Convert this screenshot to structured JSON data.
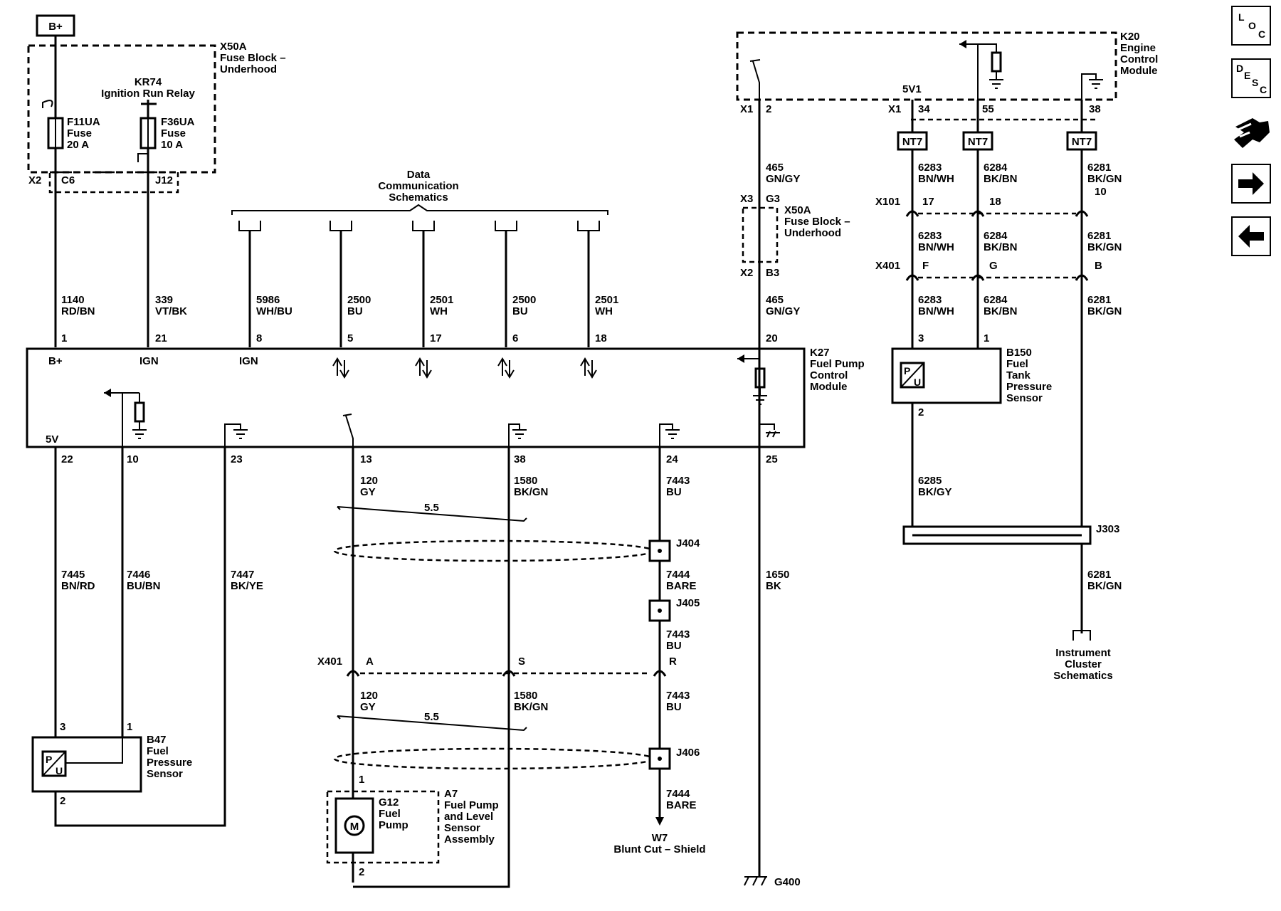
{
  "nav": {
    "loc": [
      "L",
      "O",
      "C"
    ],
    "desc": [
      "D",
      "E",
      "S",
      "C"
    ]
  },
  "power": {
    "bplus": "B+"
  },
  "x50a_top": {
    "title": [
      "X50A",
      "Fuse Block –",
      "Underhood"
    ]
  },
  "relay": {
    "id": "KR74",
    "name": "Ignition Run Relay"
  },
  "f11ua": {
    "id": "F11UA",
    "label": "Fuse",
    "rating": "20 A"
  },
  "f36ua": {
    "id": "F36UA",
    "label": "Fuse",
    "rating": "10 A"
  },
  "conn_x2": {
    "conn": "X2",
    "pin_c6": "C6",
    "pin_j12": "J12"
  },
  "data_comm": {
    "label": [
      "Data",
      "Communication",
      "Schematics"
    ]
  },
  "k27_top_wires": [
    {
      "circuit": "1140",
      "color": "RD/BN",
      "pin": "1",
      "label": "B+"
    },
    {
      "circuit": "339",
      "color": "VT/BK",
      "pin": "21",
      "label": "IGN"
    },
    {
      "circuit": "5986",
      "color": "WH/BU",
      "pin": "8",
      "label": "IGN"
    },
    {
      "circuit": "2500",
      "color": "BU",
      "pin": "5",
      "label": ""
    },
    {
      "circuit": "2501",
      "color": "WH",
      "pin": "17",
      "label": ""
    },
    {
      "circuit": "2500",
      "color": "BU",
      "pin": "6",
      "label": ""
    },
    {
      "circuit": "2501",
      "color": "WH",
      "pin": "18",
      "label": ""
    },
    {
      "circuit": "465",
      "color": "GN/GY",
      "pin": "20",
      "label": ""
    }
  ],
  "k27": {
    "title": [
      "K27",
      "Fuel Pump",
      "Control",
      "Module"
    ],
    "label_5v": "5V"
  },
  "k27_bottom_pins": [
    "22",
    "10",
    "23",
    "13",
    "38",
    "24",
    "25"
  ],
  "left_wires": [
    {
      "circuit": "7445",
      "color": "BN/RD"
    },
    {
      "circuit": "7446",
      "color": "BU/BN"
    },
    {
      "circuit": "7447",
      "color": "BK/YE"
    }
  ],
  "b47": {
    "title": [
      "B47",
      "Fuel",
      "Pressure",
      "Sensor"
    ],
    "pin3": "3",
    "pin1": "1",
    "pin2": "2"
  },
  "pump_wires_upper": [
    {
      "circuit": "120",
      "color": "GY"
    },
    {
      "circuit": "1580",
      "color": "BK/GN"
    },
    {
      "circuit": "7443",
      "color": "BU"
    }
  ],
  "twist": {
    "rate1": "5.5",
    "rate2": "5.5"
  },
  "splices": {
    "j404": "J404",
    "j405": "J405",
    "j406": "J406",
    "j303": "J303"
  },
  "shield_wires": [
    {
      "circuit": "7444",
      "color": "BARE"
    },
    {
      "circuit": "7443",
      "color": "BU"
    },
    {
      "circuit": "7443",
      "color": "BU"
    },
    {
      "circuit": "7444",
      "color": "BARE"
    }
  ],
  "x401_lower": {
    "conn": "X401",
    "pins": [
      "A",
      "S",
      "R"
    ]
  },
  "pump_wires_lower": [
    {
      "circuit": "120",
      "color": "GY"
    },
    {
      "circuit": "1580",
      "color": "BK/GN"
    }
  ],
  "ground_wire": {
    "circuit": "1650",
    "color": "BK"
  },
  "a7": {
    "title": [
      "A7",
      "Fuel Pump",
      "and Level",
      "Sensor",
      "Assembly"
    ],
    "pin1": "1",
    "pin2": "2"
  },
  "g12": {
    "title": [
      "G12",
      "Fuel",
      "Pump"
    ],
    "motor": "M"
  },
  "w7": {
    "id": "W7",
    "label": "Blunt Cut – Shield"
  },
  "g400": {
    "label": "G400"
  },
  "k20": {
    "title": [
      "K20",
      "Engine",
      "Control",
      "Module"
    ],
    "conn": "X1",
    "pin2": "2",
    "label_5v1": "5V1",
    "pins": [
      "34",
      "55",
      "38"
    ]
  },
  "ecm_wire": {
    "circuit": "465",
    "color": "GN/GY"
  },
  "x50a_mid": {
    "conn_x3": "X3",
    "pin_g3": "G3",
    "title": [
      "X50A",
      "Fuse Block –",
      "Underhood"
    ],
    "conn_x2": "X2",
    "pin_b3": "B3"
  },
  "nt7": [
    "NT7",
    "NT7",
    "NT7"
  ],
  "ecm_wires_1": [
    {
      "circuit": "6283",
      "color": "BN/WH"
    },
    {
      "circuit": "6284",
      "color": "BK/BN"
    },
    {
      "circuit": "6281",
      "color": "BK/GN",
      "pin": "10"
    }
  ],
  "x101": {
    "conn": "X101",
    "pins": [
      "17",
      "18"
    ]
  },
  "ecm_wires_2": [
    {
      "circuit": "6283",
      "color": "BN/WH"
    },
    {
      "circuit": "6284",
      "color": "BK/BN"
    },
    {
      "circuit": "6281",
      "color": "BK/GN"
    }
  ],
  "x401_upper": {
    "conn": "X401",
    "pins": [
      "F",
      "G",
      "B"
    ]
  },
  "ecm_wires_3": [
    {
      "circuit": "6283",
      "color": "BN/WH"
    },
    {
      "circuit": "6284",
      "color": "BK/BN"
    },
    {
      "circuit": "6281",
      "color": "BK/GN"
    }
  ],
  "b150": {
    "title": [
      "B150",
      "Fuel",
      "Tank",
      "Pressure",
      "Sensor"
    ],
    "pin3": "3",
    "pin1": "1",
    "pin2": "2"
  },
  "b150_wire": {
    "circuit": "6285",
    "color": "BK/GY"
  },
  "ipc_wire": {
    "circuit": "6281",
    "color": "BK/GN"
  },
  "ipc": {
    "label": [
      "Instrument",
      "Cluster",
      "Schematics"
    ]
  },
  "sensor_glyph": {
    "p": "P",
    "u": "U"
  }
}
